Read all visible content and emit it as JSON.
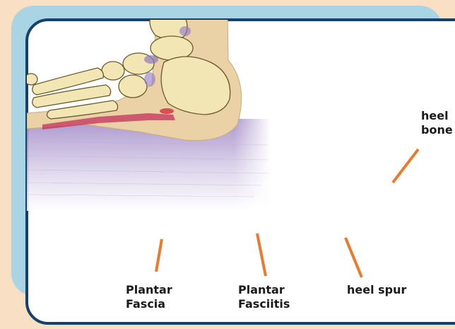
{
  "colors": {
    "background": "#f9dfc3",
    "back_panel": "#a9d4e4",
    "front_panel": "#ffffff",
    "panel_border": "#16416c",
    "leader_line": "#ec7a2d",
    "bone": "#f1e6b4",
    "bone_outline": "#6b5a2c",
    "soft_tissue": "#ebd1a6",
    "ground": "#a78ec9",
    "fascia": "#c2305a"
  },
  "labels": {
    "plantar_fascia": {
      "line1": "Plantar",
      "line2": "Fascia"
    },
    "plantar_fasciitis": {
      "line1": "Plantar",
      "line2": "Fasciitis"
    },
    "heel_spur": {
      "text": "heel spur"
    },
    "heel_bone": {
      "line1": "heel",
      "line2": "bone"
    }
  }
}
